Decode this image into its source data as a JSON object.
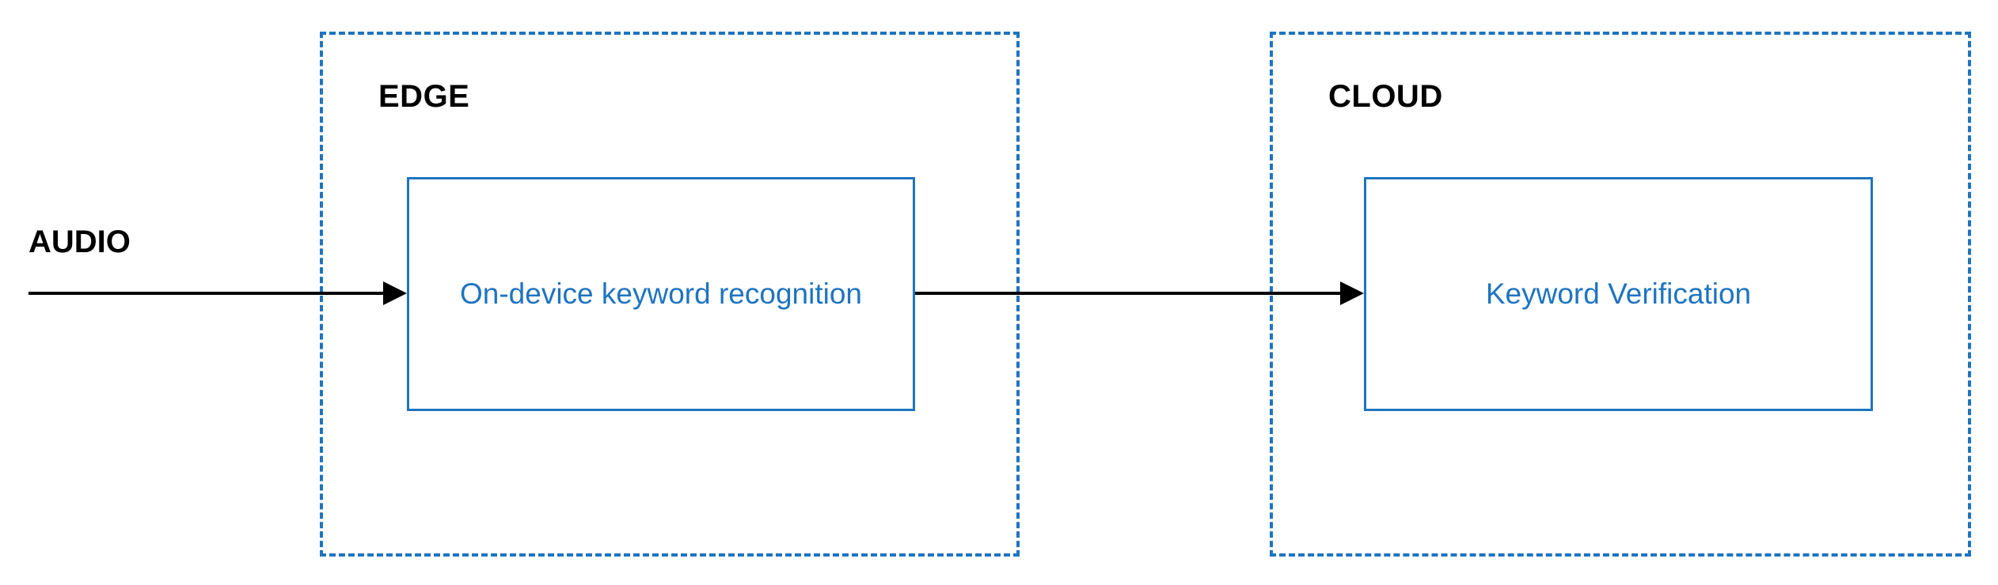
{
  "diagram": {
    "input_label": "AUDIO",
    "zones": {
      "edge": "EDGE",
      "cloud": "CLOUD"
    },
    "nodes": {
      "recognition": "On-device keyword recognition",
      "verification": "Keyword Verification"
    }
  },
  "colors": {
    "accent": "#1f74c0",
    "arrow": "#000000",
    "text": "#000000"
  }
}
